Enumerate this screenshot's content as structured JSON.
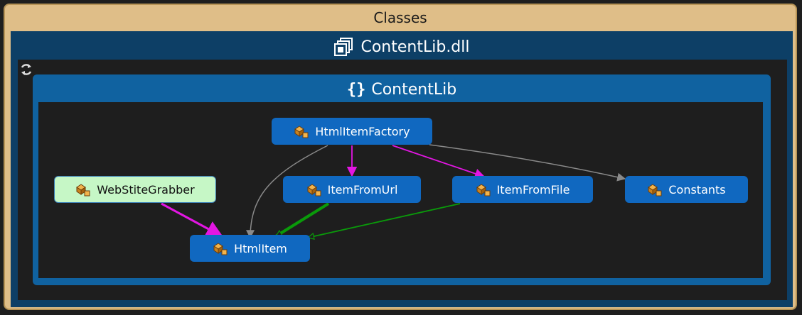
{
  "groups": {
    "outer_title": "Classes",
    "assembly_title": "ContentLib.dll",
    "namespace_title": "ContentLib",
    "namespace_icon_glyph": "{}"
  },
  "nodes": {
    "factory": "HtmlItemFactory",
    "grabber": "WebStiteGrabber",
    "item_from_url": "ItemFromUrl",
    "item_from_file": "ItemFromFile",
    "constants": "Constants",
    "html_item": "HtmlItem"
  },
  "edges": [
    {
      "from": "HtmlItemFactory",
      "to": "ItemFromUrl",
      "kind": "call",
      "color": "#e316e3"
    },
    {
      "from": "HtmlItemFactory",
      "to": "ItemFromFile",
      "kind": "call",
      "color": "#e316e3"
    },
    {
      "from": "HtmlItemFactory",
      "to": "Constants",
      "kind": "reference",
      "color": "#8a8a8a"
    },
    {
      "from": "HtmlItemFactory",
      "to": "HtmlItem",
      "kind": "reference",
      "color": "#8a8a8a"
    },
    {
      "from": "WebStiteGrabber",
      "to": "HtmlItem",
      "kind": "call",
      "color": "#e316e3"
    },
    {
      "from": "ItemFromUrl",
      "to": "HtmlItem",
      "kind": "inheritance",
      "color": "#0a9a0a"
    },
    {
      "from": "ItemFromFile",
      "to": "HtmlItem",
      "kind": "inheritance",
      "color": "#0a9a0a"
    }
  ],
  "colors": {
    "classes_bg": "#dfbe88",
    "assembly_bg": "#0d3f66",
    "namespace_bg": "#1062a0",
    "node_bg": "#1068c0",
    "node_highlight_bg": "#c6f7c6"
  },
  "icons": {
    "assembly": "assembly-stack-icon",
    "refresh": "refresh-icon",
    "namespace": "namespace-braces-icon",
    "class": "class-icon"
  }
}
